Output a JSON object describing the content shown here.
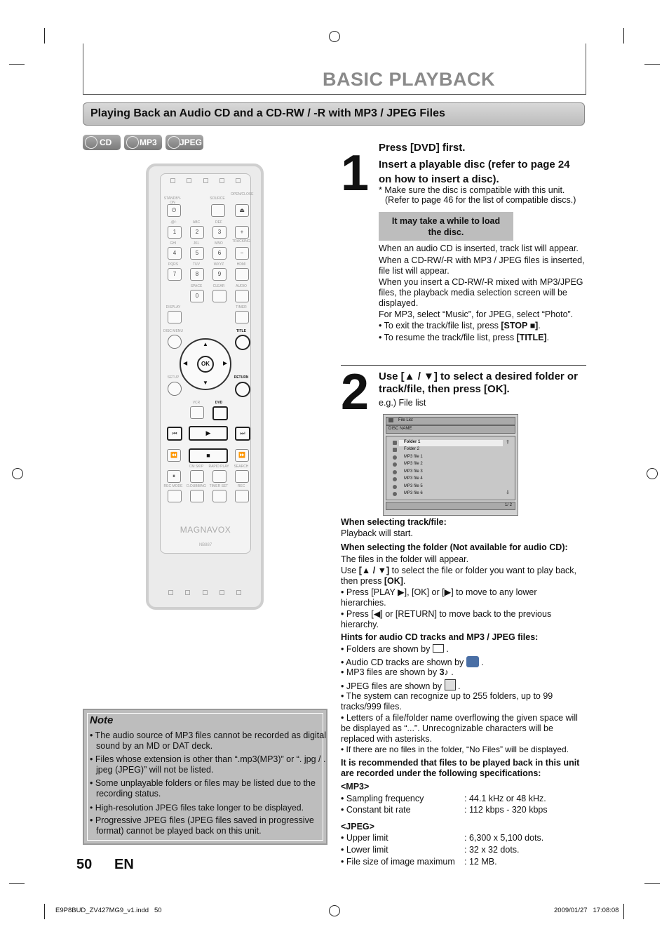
{
  "page": {
    "chapter_title": "BASIC PLAYBACK",
    "section_title": "Playing Back an Audio CD and a CD-RW / -R with MP3 / JPEG Files",
    "page_number": "50",
    "lang": "EN",
    "footer_left": "E9P8BUD_ZV427MG9_v1.indd   50",
    "footer_right": "2009/01/27   17:08:08"
  },
  "discs": [
    "CD",
    "MP3",
    "JPEG"
  ],
  "remote": {
    "brand": "MAGNAVOX",
    "model": "NB887",
    "labels": {
      "standby": "STANDBY-ON",
      "source": "SOURCE",
      "open_close": "OPEN/CLOSE",
      "display": "DISPLAY",
      "timer": "TIMER",
      "disc_menu": "DISC MENU",
      "title": "TITLE",
      "setup": "SETUP",
      "return": "RETURN",
      "vcr": "VCR",
      "dvd": "DVD",
      "ok": "OK",
      "space": "SPACE",
      "clear": "CLEAR",
      "audio": "AUDIO",
      "tracking": "TRACKING",
      "hdmi": "HDMI",
      "cm_skip": "CM SKIP",
      "rapid_play": "RAPID PLAY",
      "search": "SEARCH",
      "rec_mode": "REC MODE",
      "dubbing": "D.DUBBING",
      "timer_set": "TIMER SET",
      "rec": "REC"
    },
    "keypad": [
      "1",
      "2",
      "3",
      "4",
      "5",
      "6",
      "7",
      "8",
      "9",
      "0"
    ],
    "keypad_labels": [
      ".@/:",
      "ABC",
      "DEF",
      "GHI",
      "JKL",
      "MNO",
      "PQRS",
      "TUV",
      "WXYZ"
    ]
  },
  "step1": {
    "number": "1",
    "title_a": "Press [DVD] first.",
    "title_b": "Insert a playable disc (refer to page 24 on how to insert a disc).",
    "note_a": "* Make sure the disc is compatible with this unit.",
    "note_b": "(Refer to page 46 for the list of compatible discs.)",
    "callout": "It may take a while to load the disc.",
    "p1": "When an audio CD is inserted, track list will appear.",
    "p2": "When a CD-RW/-R with MP3 / JPEG files is inserted, file list will appear.",
    "p3": "When you insert a CD-RW/-R mixed with MP3/JPEG files, the playback media selection screen will be displayed.",
    "p4": "For MP3, select “Music”, for JPEG, select “Photo”.",
    "b1_pre": "• To exit the track/file list, press ",
    "b1_key": "[STOP ■]",
    "b1_post": ".",
    "b2_pre": "• To resume the track/file list, press ",
    "b2_key": "[TITLE]",
    "b2_post": "."
  },
  "step2": {
    "number": "2",
    "title": "Use [▲ / ▼] to select a desired folder or track/file, then press [OK].",
    "eg": "e.g.) File list",
    "screen": {
      "header": "File List",
      "disc_name": "DISC NAME",
      "items": [
        "Folder 1",
        "Folder 2",
        "MP3 file 1",
        "MP3 file 2",
        "MP3 file 3",
        "MP3 file 4",
        "MP3 file 5",
        "MP3 file 6"
      ],
      "page": "1/ 2"
    }
  },
  "body": {
    "h1": "When selecting track/file:",
    "t1": "Playback will start.",
    "h2": "When selecting the folder (Not available for audio CD):",
    "t2": "The files in the folder will appear.",
    "t3_pre": "Use ",
    "t3_key": "[▲ / ▼]",
    "t3_mid": " to select the file or folder you want to play back, then press ",
    "t3_key2": "[OK]",
    "t3_post": ".",
    "b1": "• Press [PLAY ▶], [OK] or [▶] to move to any lower hierarchies.",
    "b2": "• Press [◀] or [RETURN] to move back to the previous hierarchy.",
    "h3": "Hints for audio CD tracks and MP3 / JPEG files:",
    "hint1": "• Folders are shown by",
    "hint2": "• Audio CD tracks are shown by",
    "hint3": "• MP3 files are shown by",
    "hint4": "• JPEG files are shown by",
    "hint5": "• The system can recognize up to 255 folders, up to 99 tracks/999 files.",
    "hint6": "• Letters of a file/folder name overflowing the given space will be displayed as “...”. Unrecognizable characters will be replaced with asterisks.",
    "hint7": "• If there are no files in the folder, “No Files” will be displayed.",
    "h4": "It is recommended that files to be played back in this unit are recorded under the following specifications:",
    "mp3_head": "<MP3>",
    "mp3_rows": [
      {
        "k": "• Sampling frequency",
        "v": ": 44.1 kHz or 48 kHz."
      },
      {
        "k": "• Constant bit rate",
        "v": ": 112 kbps - 320 kbps"
      }
    ],
    "jpeg_head": "<JPEG>",
    "jpeg_rows": [
      {
        "k": "• Upper limit",
        "v": ": 6,300 x 5,100 dots."
      },
      {
        "k": "• Lower limit",
        "v": ": 32 x 32 dots."
      },
      {
        "k": "• File size of image maximum",
        "v": ": 12 MB."
      }
    ]
  },
  "note": {
    "title": "Note",
    "items": [
      "• The audio source of MP3 files cannot be recorded as digital sound by an MD or DAT deck.",
      "• Files whose extension is other than “.mp3(MP3)” or “. jpg / . jpeg (JPEG)” will not be listed.",
      "• Some unplayable folders or files may be listed due to the recording status.",
      "• High-resolution JPEG files take longer to be displayed.",
      "• Progressive JPEG files (JPEG files saved in progressive format) cannot be played back on this unit."
    ]
  }
}
